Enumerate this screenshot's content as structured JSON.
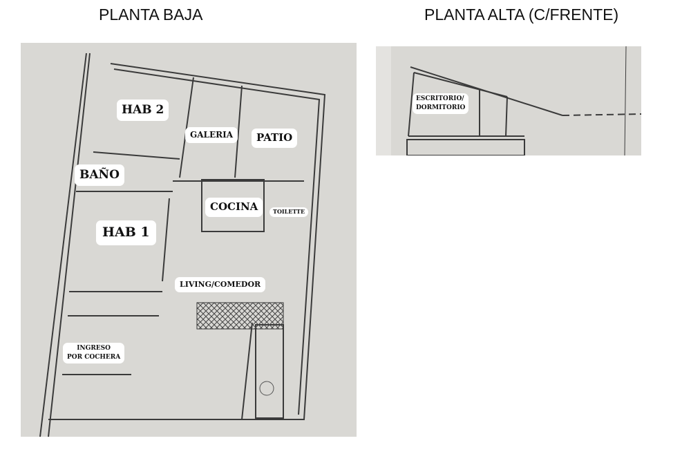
{
  "titles": {
    "ground": "PLANTA BAJA",
    "upper": "PLANTA ALTA (C/FRENTE)"
  },
  "ground_rooms": {
    "hab2": "HAB 2",
    "galeria": "GALERIA",
    "patio": "PATIO",
    "bano": "BAÑO",
    "cocina": "COCINA",
    "toilette": "TOILETTE",
    "hab1": "HAB 1",
    "living": "LIVING/COMEDOR",
    "ingreso_1": "INGRESO",
    "ingreso_2": "POR COCHERA"
  },
  "upper_rooms": {
    "escritorio_1": "ESCRITORIO/",
    "escritorio_2": "DORMITORIO"
  }
}
